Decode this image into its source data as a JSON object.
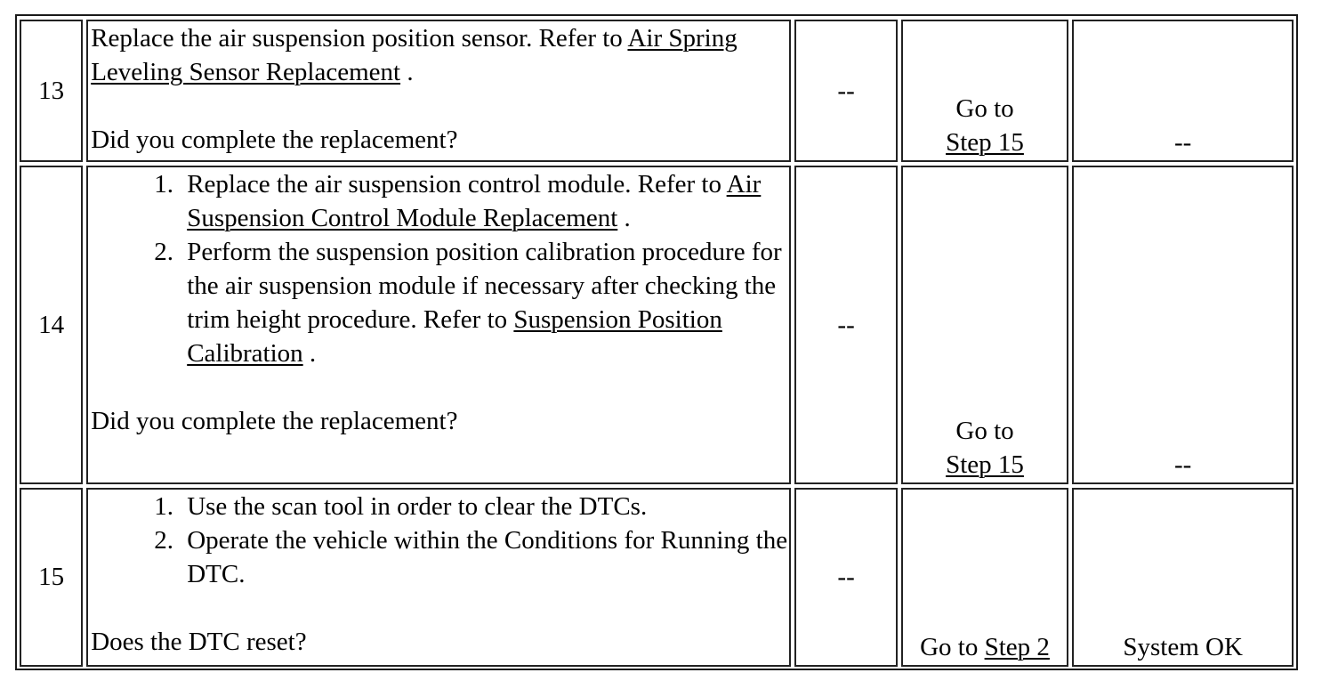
{
  "rows": [
    {
      "step": "13",
      "action_text": "Replace the air suspension position sensor. Refer to ",
      "action_link": "Air Spring Leveling Sensor Replacement",
      "action_suffix": " .",
      "question": "Did you complete the replacement?",
      "value": "--",
      "yes_prefix": "Go to",
      "yes_link": "Step 15",
      "no_text": "--"
    },
    {
      "step": "14",
      "items": [
        {
          "num": "1.",
          "text": "Replace the air suspension control module. Refer to ",
          "link": "Air Suspension Control Module Replacement",
          "suffix": " ."
        },
        {
          "num": "2.",
          "text": "Perform the suspension position calibration procedure for the air suspension module if necessary after checking the trim height procedure. Refer to ",
          "link": "Suspension Position Calibration",
          "suffix": " ."
        }
      ],
      "question": "Did you complete the replacement?",
      "value": "--",
      "yes_prefix": "Go to",
      "yes_link": "Step 15",
      "no_text": "--"
    },
    {
      "step": "15",
      "items": [
        {
          "num": "1.",
          "text": "Use the scan tool in order to clear the DTCs."
        },
        {
          "num": "2.",
          "text": "Operate the vehicle within the Conditions for Running the DTC."
        }
      ],
      "question": "Does the DTC reset?",
      "value": "--",
      "yes_prefix": "Go to ",
      "yes_link": "Step 2",
      "no_text": "System OK"
    }
  ]
}
